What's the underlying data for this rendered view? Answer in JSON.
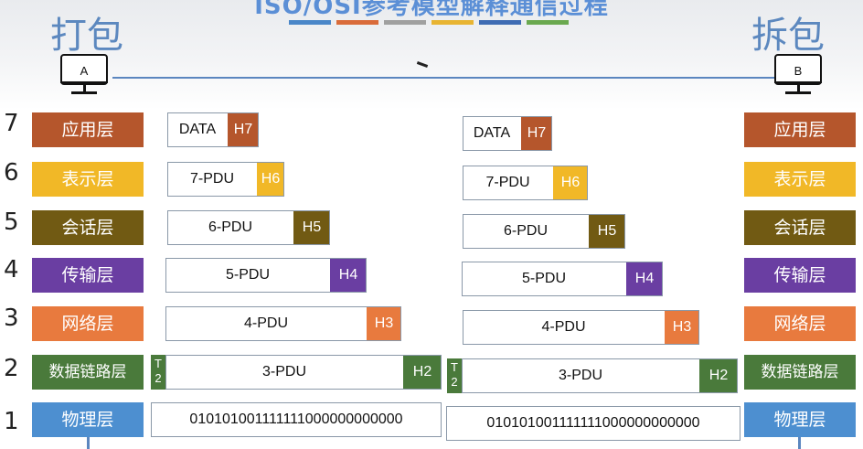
{
  "title": "ISO/OSI参考模型解释通信过程",
  "left_heading": "打包",
  "right_heading": "拆包",
  "hosts": {
    "left": "A",
    "right": "B"
  },
  "title_bar_colors": [
    "#4a86c8",
    "#d96b3a",
    "#a0a0a0",
    "#e8b432",
    "#3e6bb3",
    "#6aa84f"
  ],
  "layers": [
    {
      "num": "7",
      "name": "应用层",
      "color": "#b5562c"
    },
    {
      "num": "6",
      "name": "表示层",
      "color": "#f1b827"
    },
    {
      "num": "5",
      "name": "会话层",
      "color": "#715a13"
    },
    {
      "num": "4",
      "name": "传输层",
      "color": "#6a3ea2"
    },
    {
      "num": "3",
      "name": "网络层",
      "color": "#e87a3e"
    },
    {
      "num": "2",
      "name": "数据链路层",
      "color": "#4a7a3b"
    },
    {
      "num": "1",
      "name": "物理层",
      "color": "#4d8fd0"
    }
  ],
  "pdus": [
    {
      "body": "DATA",
      "header": "H7"
    },
    {
      "body": "7-PDU",
      "header": "H6"
    },
    {
      "body": "6-PDU",
      "header": "H5"
    },
    {
      "body": "5-PDU",
      "header": "H4"
    },
    {
      "body": "4-PDU",
      "header": "H3"
    },
    {
      "body": "3-PDU",
      "header": "H2",
      "trailer": "T\n2"
    },
    {
      "body": "010101001111111000000000000"
    }
  ]
}
